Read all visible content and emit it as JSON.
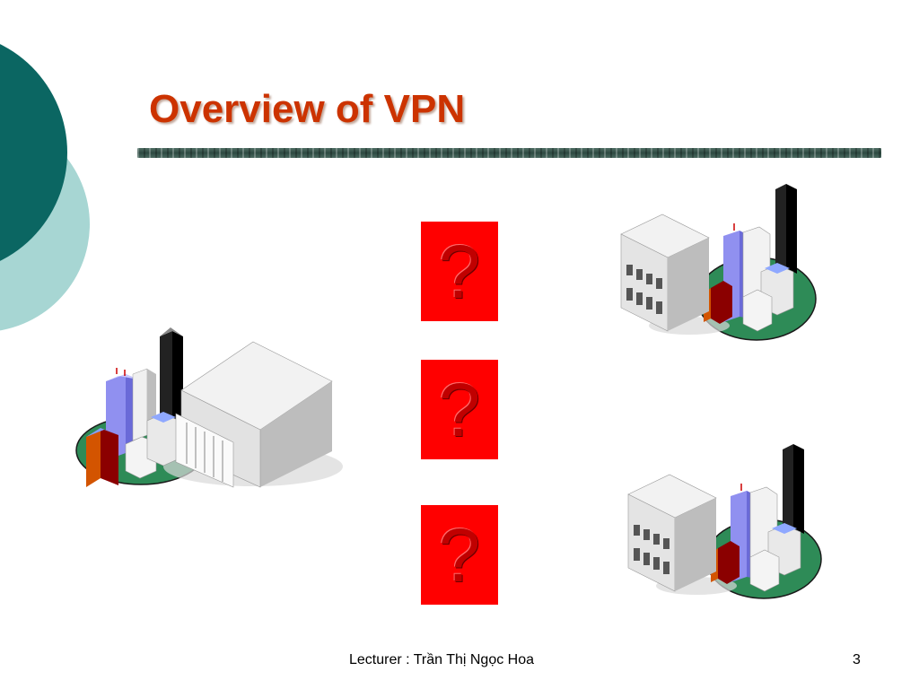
{
  "slide": {
    "title": "Overview of VPN",
    "question_marks": [
      "?",
      "?",
      "?"
    ],
    "footer": {
      "lecturer": "Lecturer : Trần Thị Ngọc Hoa",
      "page_number": "3"
    }
  },
  "colors": {
    "title": "#CC3300",
    "question_box": "#FF0000",
    "deco_dark": "#0E6B66",
    "deco_light": "#9FD3D0",
    "ground": "#2E8B57"
  },
  "icons": [
    "headquarters-campus-icon",
    "branch-office-campus-icon",
    "branch-office-campus-icon",
    "question-mark-icon"
  ]
}
